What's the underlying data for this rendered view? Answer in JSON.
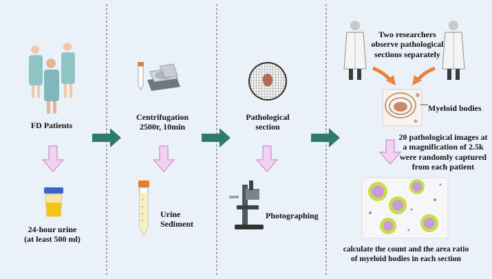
{
  "columns": {
    "col1": {
      "top_label": "FD Patients",
      "bottom_label_line1": "24-hour urine",
      "bottom_label_line2": "(at least 500 ml)"
    },
    "col2": {
      "top_label_line1": "Centrifugation",
      "top_label_line2": "2500r, 10min",
      "bottom_label_line1": "Urine",
      "bottom_label_line2": "Sediment"
    },
    "col3": {
      "top_label_line1": "Pathological",
      "top_label_line2": "section",
      "bottom_label": "Photographing"
    },
    "col4": {
      "researchers_line1": "Two researchers",
      "researchers_line2": "observe pathological",
      "researchers_line3": "sections separately",
      "myeloid_label": "Myeloid bodies",
      "capture_line1": "20 pathological images at",
      "capture_line2": "a magnification of 2.5k",
      "capture_line3": "were randomly captured",
      "capture_line4": "from each patient",
      "result_line1": "calculate the count and the area ratio",
      "result_line2": "of myeloid bodies in each section"
    }
  },
  "colors": {
    "background": "#eaf1f9",
    "flow_arrow": "#2e7a6d",
    "down_arrow_fill": "#f3d2f1",
    "down_arrow_stroke": "#c98cd0",
    "curved_arrow": "#e9823a",
    "gown": "#8fc3c4",
    "cell_ring": "#c7dd4a",
    "cell_core": "#c89ad6"
  },
  "icons": [
    "patients-icon",
    "urine-cup-icon",
    "test-tube-icon",
    "centrifuge-icon",
    "sediment-tube-icon",
    "section-grid-icon",
    "microscope-icon",
    "researcher-icon",
    "myeloid-body-icon",
    "cells-image-icon"
  ]
}
